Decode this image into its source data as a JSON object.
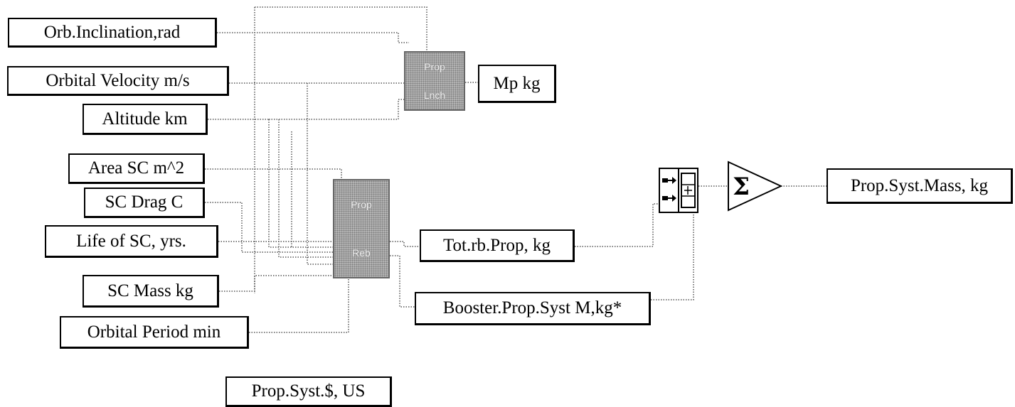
{
  "inputs": {
    "orb_inclination": "Orb.Inclination,rad",
    "orbital_velocity": "Orbital Velocity m/s",
    "altitude": "Altitude km",
    "area_sc": "Area SC m^2",
    "sc_drag": "SC Drag C",
    "life_sc": "Life of SC, yrs.",
    "sc_mass": "SC Mass kg",
    "orbital_period": "Orbital Period min"
  },
  "blocks": {
    "prop_lnch": {
      "line1": "Prop",
      "line2": "Lnch"
    },
    "prop_reb": {
      "line1": "Prop",
      "line2": "Reb"
    }
  },
  "outputs": {
    "mp": "Mp kg",
    "tot_rb_prop": "Tot.rb.Prop, kg",
    "booster": "Booster.Prop.Syst M,kg*",
    "prop_syst_mass": "Prop.Syst.Mass, kg",
    "prop_syst_cost": "Prop.Syst.$, US"
  },
  "icons": {
    "bundle": "bundle-icon",
    "sum": "sum-icon",
    "sum_symbol": "Σ"
  },
  "colors": {
    "wire": "#555555",
    "block_fill": "#b5b5b5"
  }
}
